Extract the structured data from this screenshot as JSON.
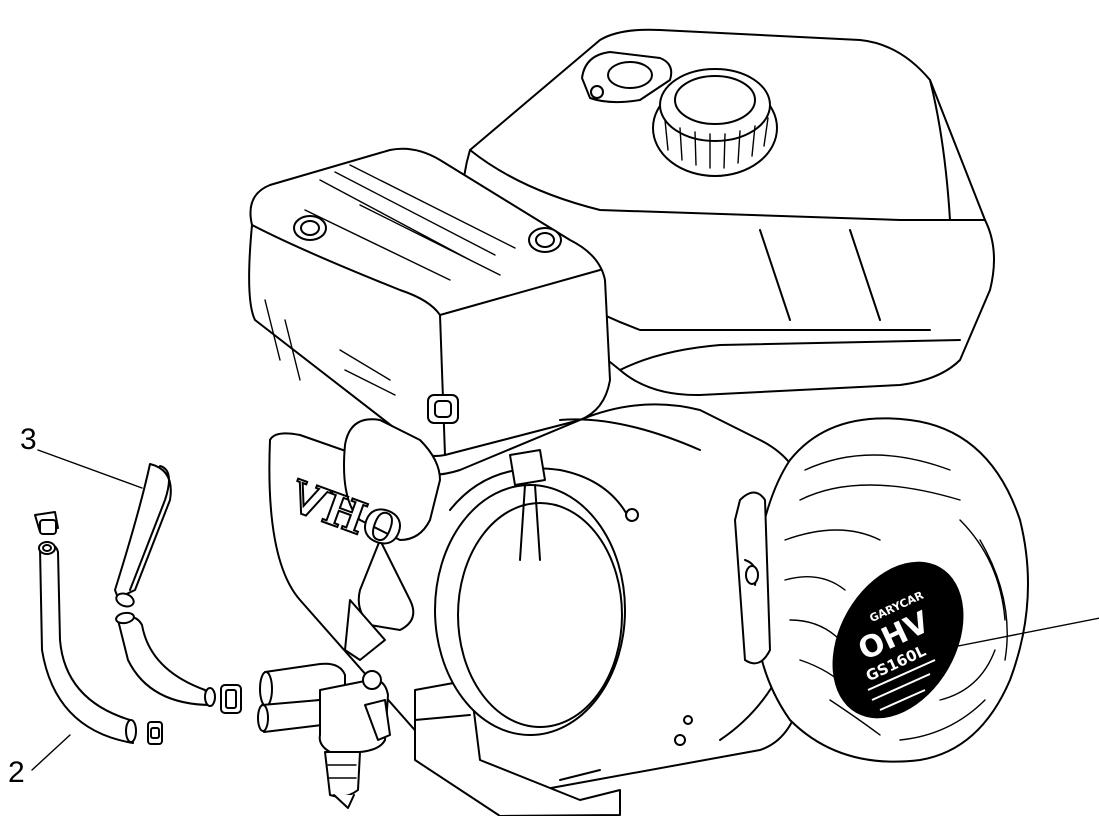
{
  "callouts": [
    {
      "id": "3",
      "label": "3"
    },
    {
      "id": "2",
      "label": "2"
    },
    {
      "id": "1",
      "label": ""
    }
  ],
  "engine": {
    "shroud_emboss": "OHV",
    "badge_brand": "GARYCAR",
    "badge_model_large": "OHV",
    "badge_model_code": "GS160L"
  },
  "colors": {
    "line": "#000000",
    "background": "#ffffff"
  }
}
